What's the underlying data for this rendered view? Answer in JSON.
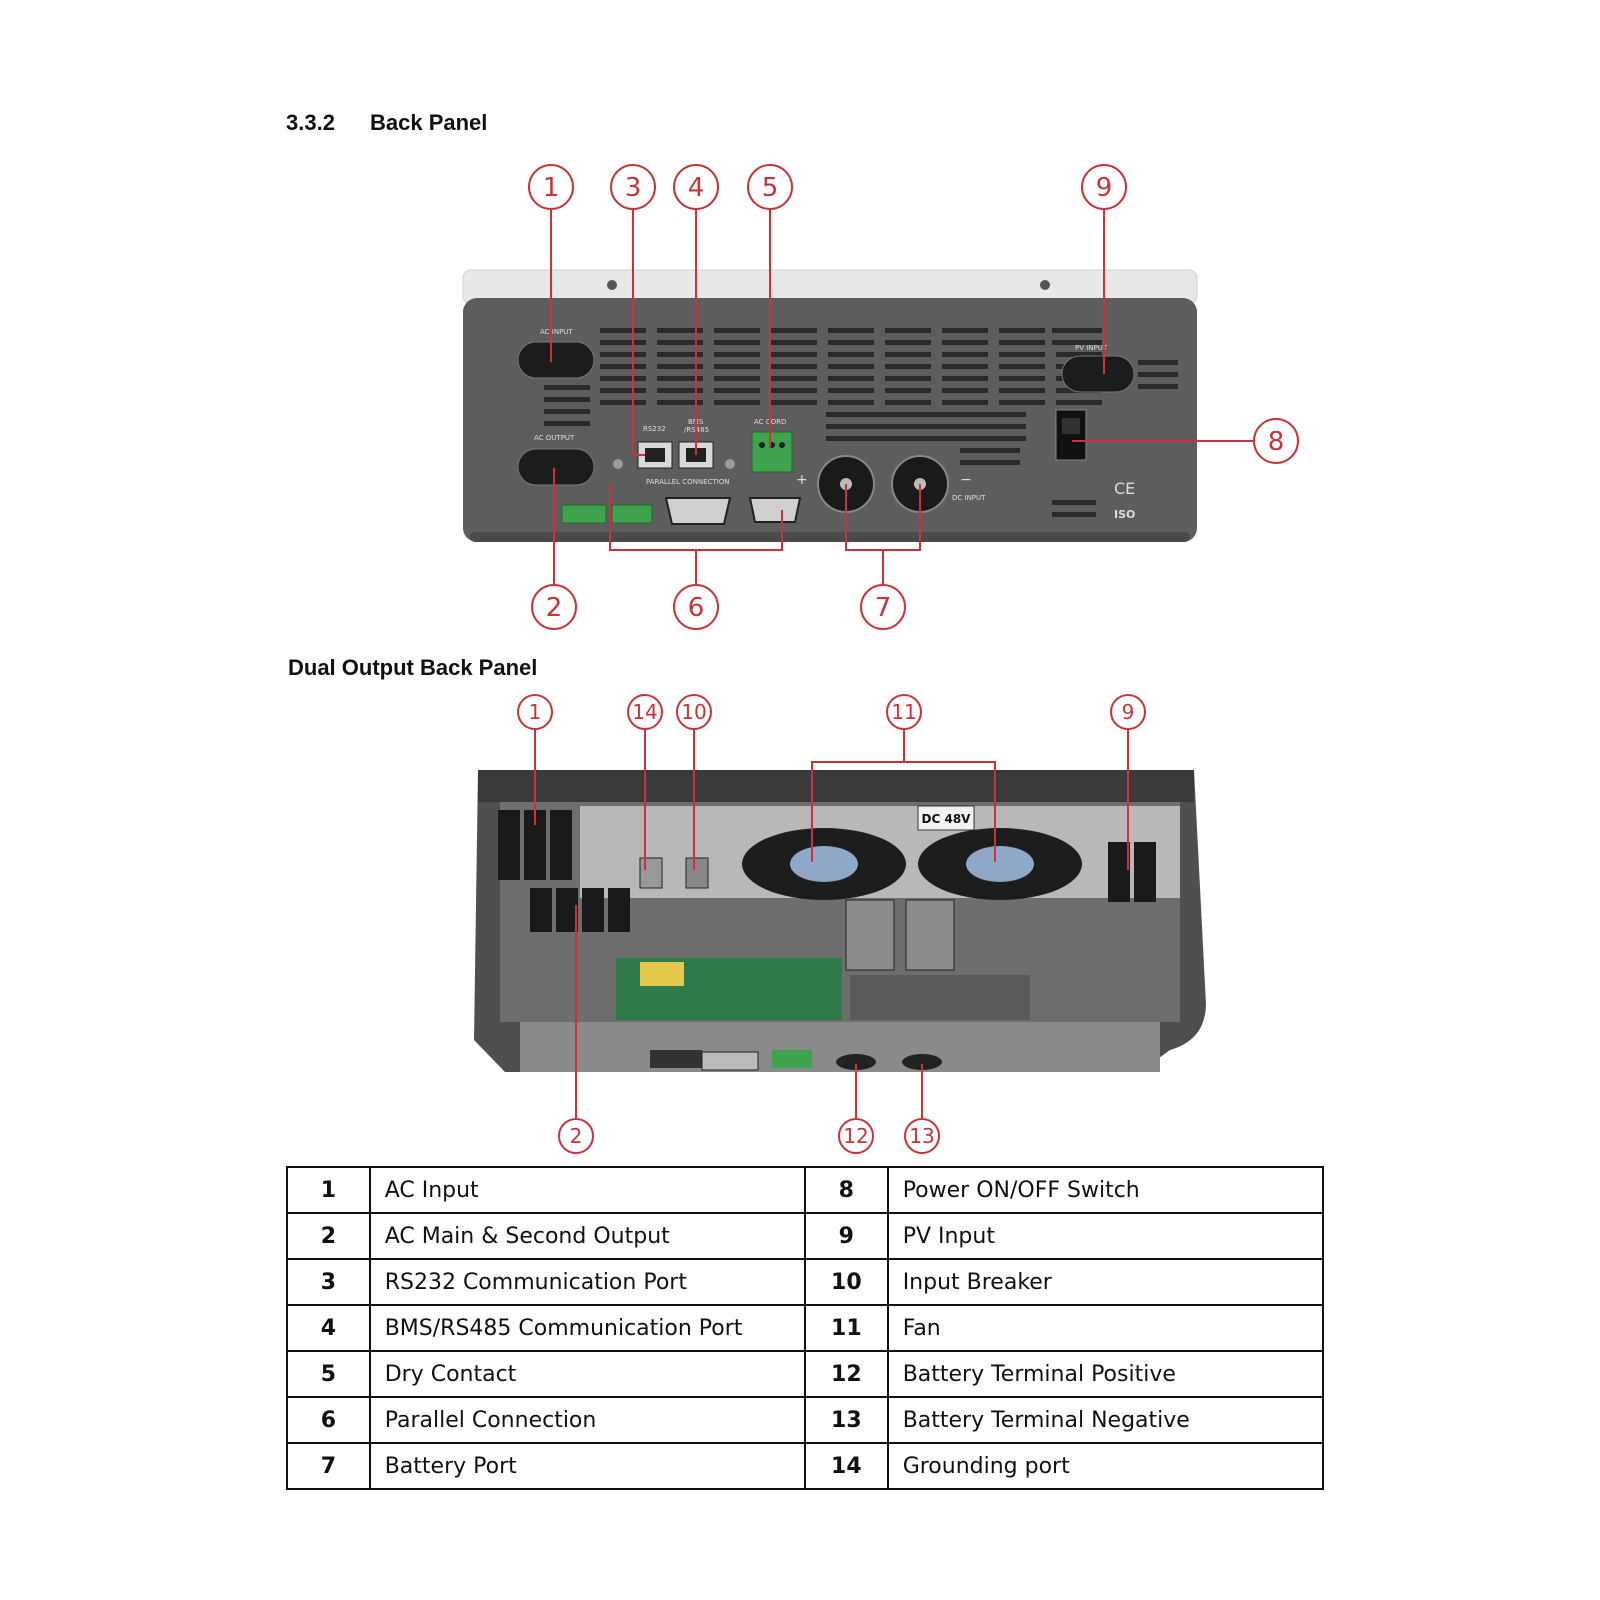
{
  "section": {
    "number": "3.3.2",
    "title": "Back Panel"
  },
  "subsection": {
    "title": "Dual Output Back Panel"
  },
  "panel1": {
    "labels": {
      "ac_input": "AC INPUT",
      "ac_output": "AC OUTPUT",
      "rs232": "RS232",
      "bms": "BMS",
      "rs485": "/RS485",
      "dry_contact": "AC CORD",
      "parallel": "PARALLEL CONNECTION",
      "pv_input": "PV INPUT",
      "dc_input": "DC INPUT",
      "ce": "CE",
      "iso": "ISO"
    },
    "callouts": [
      "1",
      "3",
      "4",
      "5",
      "9",
      "8",
      "2",
      "6",
      "7"
    ]
  },
  "panel2": {
    "labels": {
      "dc48v": "DC 48V"
    },
    "callouts": [
      "1",
      "14",
      "10",
      "11",
      "9",
      "2",
      "12",
      "13"
    ]
  },
  "legend": [
    {
      "n1": "1",
      "d1": "AC Input",
      "n2": "8",
      "d2": "Power ON/OFF Switch"
    },
    {
      "n1": "2",
      "d1": "AC Main & Second Output",
      "n2": "9",
      "d2": "PV Input"
    },
    {
      "n1": "3",
      "d1": "RS232 Communication Port",
      "n2": "10",
      "d2": "Input Breaker"
    },
    {
      "n1": "4",
      "d1": "BMS/RS485 Communication Port",
      "n2": "11",
      "d2": "Fan"
    },
    {
      "n1": "5",
      "d1": "Dry Contact",
      "n2": "12",
      "d2": "Battery Terminal Positive"
    },
    {
      "n1": "6",
      "d1": "Parallel Connection",
      "n2": "13",
      "d2": "Battery Terminal Negative"
    },
    {
      "n1": "7",
      "d1": "Battery Port",
      "n2": "14",
      "d2": "Grounding port"
    }
  ],
  "colors": {
    "callout": "#c8343a",
    "housing": "#5b5b5b",
    "top_cover": "#e6e6e6",
    "terminal_green": "#3fa34d"
  }
}
